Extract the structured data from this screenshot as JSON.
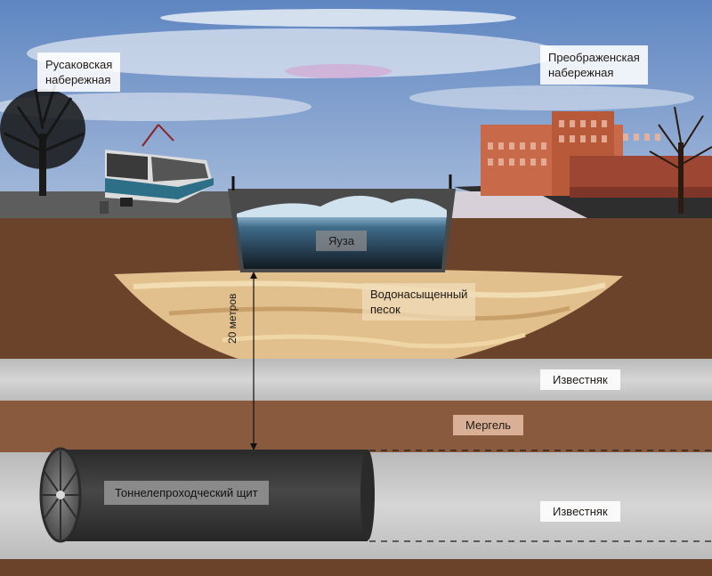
{
  "labels": {
    "left_bank": "Русаковская\nнабережная",
    "right_bank": "Преображенская\nнабережная",
    "river": "Яуза",
    "sand": "Водонасыщенный\nпесок",
    "depth": "20 метров",
    "limestone_upper": "Известняк",
    "marl": "Мергель",
    "shield": "Тоннелепроходческий щит",
    "limestone_lower": "Известняк"
  },
  "colors": {
    "sky": "#6b8fc4",
    "soil": "#6b432a",
    "sand": "#e2c08e",
    "limestone": "#cfcfcf",
    "marl": "#8a5a3e",
    "shield": "#3b3b3b",
    "water": "#1c2229"
  },
  "icons": [
    "tree-icon",
    "tram-icon",
    "building-icon",
    "tunnel-shield-icon"
  ]
}
